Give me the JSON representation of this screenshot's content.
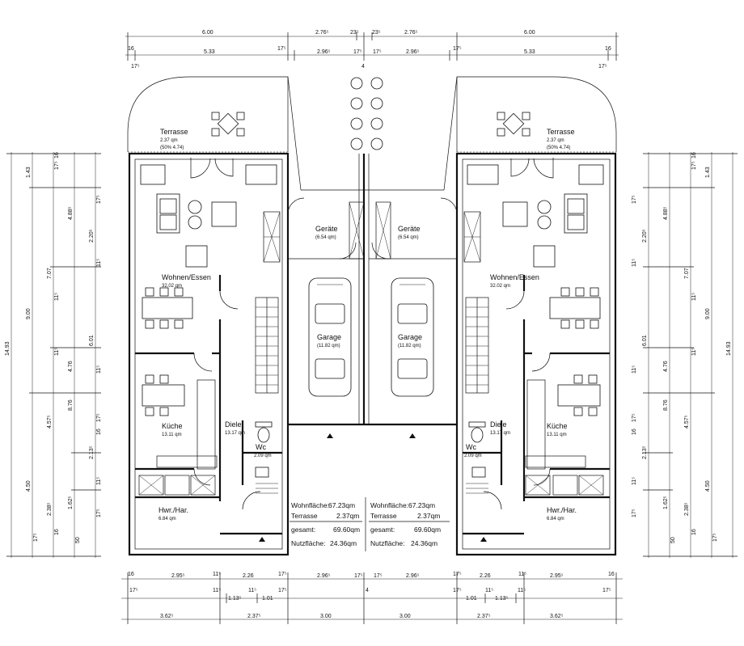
{
  "dims_top_row1": [
    "6.00",
    "2.76⁵",
    "23⁵",
    "23⁵",
    "2.76⁵",
    "6.00"
  ],
  "dims_top_row2": [
    "16",
    "5.33",
    "17⁵",
    "2.96⁵",
    "17⁵",
    "17⁵",
    "2.96⁵",
    "17⁵",
    "5.33",
    "16"
  ],
  "dims_top_small": [
    "17⁵",
    "4",
    "17⁵"
  ],
  "dims_bottom_row1": [
    "16",
    "2.95⁵",
    "11⁵",
    "2.26",
    "17⁵",
    "2.96⁵",
    "17⁵",
    "17⁵",
    "2.96⁵",
    "17⁵",
    "2.26",
    "11⁵",
    "2.95⁵",
    "16"
  ],
  "dims_bottom_row2": [
    "17⁵",
    "11⁵",
    "1.13⁵",
    "11⁵",
    "1.01",
    "17⁵",
    "4",
    "17⁵",
    "1.01",
    "11⁵",
    "1.13⁵",
    "11⁵",
    "17⁵"
  ],
  "dims_bottom_row3": [
    "3.62⁵",
    "2.37⁵",
    "3.00",
    "3.00",
    "2.37⁵",
    "3.62⁵"
  ],
  "dims_side_left": [
    "14.93",
    "9.00",
    "4.50",
    "7.07",
    "8.76",
    "1.43",
    "4.88⁵",
    "2.20⁵",
    "6.01",
    "4.76",
    "4.57⁵",
    "2.13⁵",
    "2.38⁵",
    "1.62⁵"
  ],
  "dims_side_small_left": [
    "17⁵",
    "16",
    "17⁵",
    "11⁵",
    "11⁵",
    "11⁵",
    "11⁵",
    "17⁵",
    "16",
    "11⁵",
    "17⁵",
    "16",
    "17⁵",
    "50"
  ],
  "dims_side_right": [
    "14.93",
    "9.00",
    "4.50",
    "7.07",
    "8.76",
    "1.43",
    "4.88⁵",
    "2.20⁵",
    "6.01",
    "4.76",
    "4.57⁵",
    "2.13⁵",
    "2.38⁵",
    "1.62⁵"
  ],
  "dims_side_small_right": [
    "17⁵",
    "16",
    "17⁵",
    "11⁵",
    "11⁵",
    "11⁵",
    "11⁵",
    "17⁵",
    "16",
    "11⁵",
    "17⁵",
    "16",
    "17⁵",
    "50"
  ],
  "rooms": {
    "terrasse": {
      "name": "Terrasse",
      "area1": "2.37 qm",
      "area2": "(50% 4.74)"
    },
    "wohnen": {
      "name": "Wohnen/Essen",
      "area": "32.02 qm"
    },
    "kueche": {
      "name": "Küche",
      "area": "13.11 qm"
    },
    "diele": {
      "name": "Diele",
      "area": "13.17 qm"
    },
    "wc": {
      "name": "Wc",
      "area": "2.09 qm"
    },
    "hwr": {
      "name": "Hwr./Har.",
      "area": "6.84 qm"
    },
    "geraete": {
      "name": "Geräte",
      "area": "(6.54 qm)"
    },
    "garage": {
      "name": "Garage",
      "area": "(11.82 qm)"
    }
  },
  "summary": {
    "wohnflaeche_label": "Wohnfläche:",
    "wohnflaeche_value": "67.23qm",
    "terrasse_label": "Terrasse",
    "terrasse_value": "2.37qm",
    "gesamt_label": "gesamt:",
    "gesamt_value": "69.60qm",
    "nutzflaeche_label": "Nutzfläche:",
    "nutzflaeche_value": "24.36qm"
  }
}
